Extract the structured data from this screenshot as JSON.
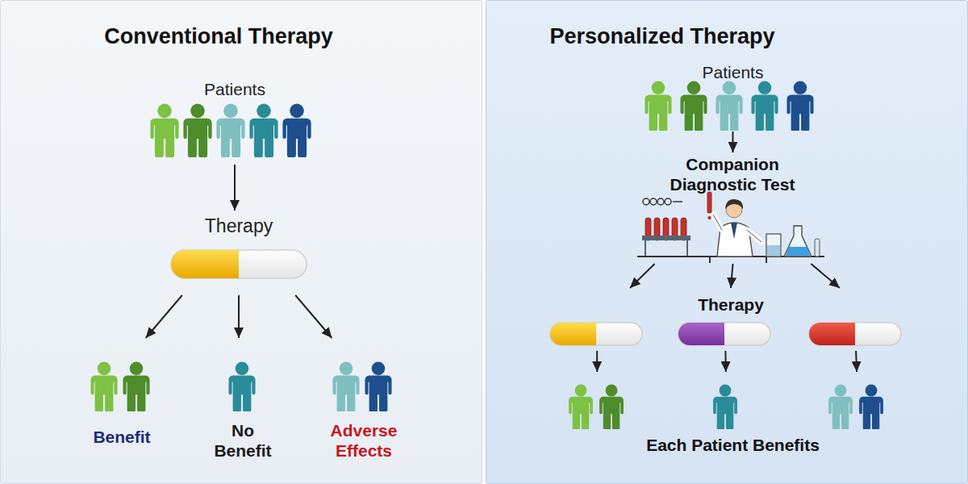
{
  "diagram": {
    "nodes": [
      {
        "text": [
          "Conventional Therapy"
        ]
      },
      {
        "text": [
          "Patients"
        ],
        "in": 0
      },
      {
        "text": [
          "Therapy"
        ],
        "in": 0
      },
      {
        "text": [
          "Benefit"
        ],
        "in": 0
      },
      {
        "text": [
          "No Benefit"
        ],
        "in": 0
      },
      {
        "text": [
          "Adverse Effects"
        ],
        "in": 0
      },
      {
        "text": [
          "Personalized Therapy"
        ]
      },
      {
        "text": [
          "Patients"
        ],
        "in": 6
      },
      {
        "text": [
          "Companion Diagnostic Test"
        ],
        "in": 6
      },
      {
        "text": [
          "Therapy"
        ],
        "in": 6
      },
      {
        "text": [
          "Each Patient Benefits"
        ],
        "in": 6
      }
    ],
    "edges": [
      {
        "from": 1,
        "to": 2,
        "arrow": "to"
      },
      {
        "from": 2,
        "to": 3,
        "arrow": "to"
      },
      {
        "from": 2,
        "to": 4,
        "arrow": "to"
      },
      {
        "from": 2,
        "to": 5,
        "arrow": "to"
      },
      {
        "from": 7,
        "to": 8,
        "arrow": "to"
      },
      {
        "from": 8,
        "to": 9,
        "arrow": "to"
      },
      {
        "from": 8,
        "to": 9,
        "arrow": "to"
      },
      {
        "from": 8,
        "to": 9,
        "arrow": "to"
      },
      {
        "from": 9,
        "to": 10,
        "arrow": "to"
      },
      {
        "from": 9,
        "to": 10,
        "arrow": "to"
      },
      {
        "from": 9,
        "to": 10,
        "arrow": "to"
      }
    ]
  }
}
